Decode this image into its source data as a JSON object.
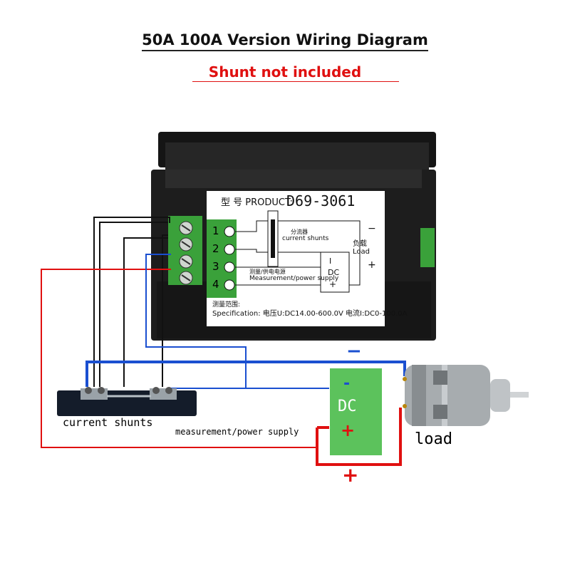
{
  "title": "50A 100A Version Wiring Diagram",
  "subtitle": "Shunt not included",
  "meter_label": {
    "product_prefix": "型 号 PRODUCT:",
    "model": "D69-3061",
    "shunt_cn": "分流器",
    "shunt_en": "current shunts",
    "load_cn": "负载",
    "load_en": "Load",
    "meas_cn": "测量/供电电源",
    "meas_en": "Measurement/power supply",
    "range_cn": "测量范围:",
    "spec": "Specification: 电压U:DC14.00-600.0V 电流I:DC0-100.0A",
    "dc": "DC",
    "i_mark": "I",
    "plus": "+",
    "minus": "−",
    "terminals": [
      "1",
      "2",
      "3",
      "4"
    ]
  },
  "labels": {
    "current_shunts": "current shunts",
    "measurement_power": "measurement/power supply",
    "load": "load",
    "dc": "DC",
    "dc_minus": "-",
    "dc_plus": "+",
    "top_minus": "−",
    "bottom_plus": "+"
  },
  "colors": {
    "wire_red": "#e01010",
    "wire_blue": "#1a4fd0",
    "wire_black": "#111111",
    "terminal_green": "#3aa13a",
    "dc_green": "#5cc25c",
    "meter_body": "#1b1b1b"
  },
  "icons": [
    "meter-device-icon",
    "shunt-icon",
    "motor-icon",
    "screw-terminal-icon"
  ]
}
